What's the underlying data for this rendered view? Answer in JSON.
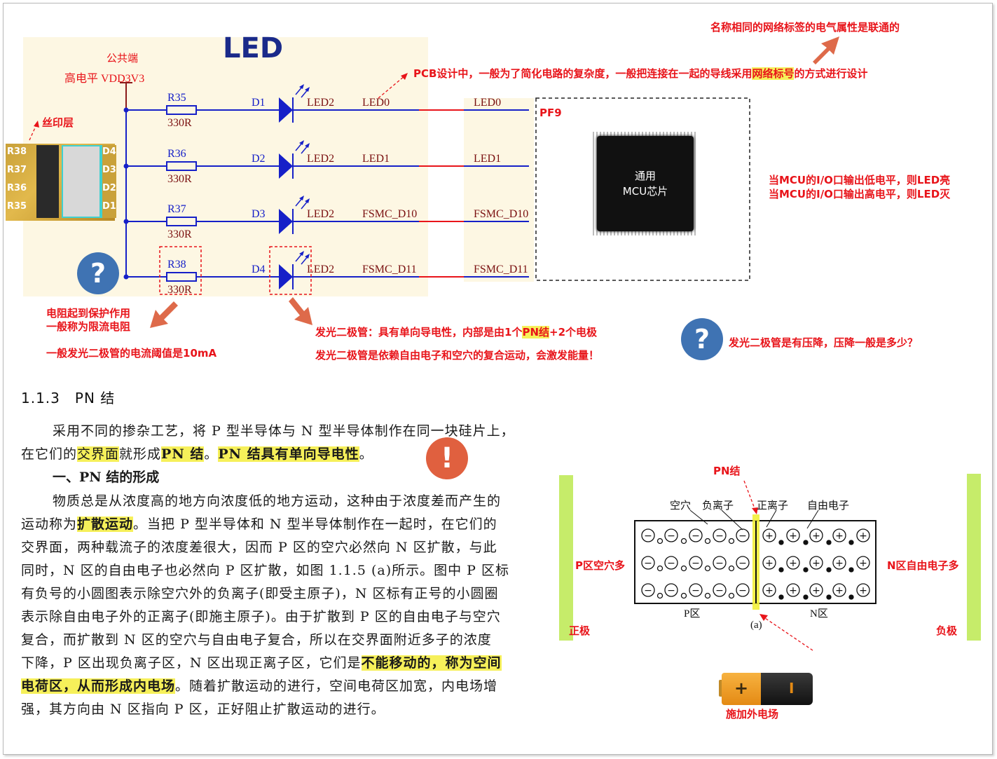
{
  "circuit": {
    "title": "LED",
    "common_label": "公共端",
    "vdd_label": "高电平 VDD3V3",
    "silk_label": "丝印层",
    "resistors": [
      {
        "name": "R35",
        "value": "330R"
      },
      {
        "name": "R36",
        "value": "330R"
      },
      {
        "name": "R37",
        "value": "330R"
      },
      {
        "name": "R38",
        "value": "330R"
      }
    ],
    "diodes": [
      {
        "name": "D1",
        "part": "LED2",
        "net": "LED0",
        "net_right": "LED0"
      },
      {
        "name": "D2",
        "part": "LED2",
        "net": "LED1",
        "net_right": "LED1"
      },
      {
        "name": "D3",
        "part": "LED2",
        "net": "FSMC_D10",
        "net_right": "FSMC_D10"
      },
      {
        "name": "D4",
        "part": "LED2",
        "net": "FSMC_D11",
        "net_right": "FSMC_D11"
      }
    ],
    "pf9_label": "PF9",
    "mcu_line1": "通用",
    "mcu_line2": "MCU芯片",
    "silk_r": [
      "R38",
      "R37",
      "R36",
      "R35"
    ],
    "silk_d": [
      "D4",
      "D3",
      "D2",
      "D1"
    ]
  },
  "annotations": {
    "net_label_note": "名称相同的网络标签的电气属性是联通的",
    "pcb_note_pre": "PCB设计中，一般为了简化电路的复杂度，一般把连接在一起的导线采用",
    "pcb_note_hl": "网络标号",
    "pcb_note_post": "的方式进行设计",
    "mcu_low": "当MCU的I/O口输出低电平，则LED亮",
    "mcu_high": "当MCU的I/O口输出高电平，则LED灭",
    "resistor_note1": "电阻起到保护作用",
    "resistor_note2": "一般称为限流电阻",
    "current_note": "一般发光二极管的电流阈值是10mA",
    "led_note1_pre": "发光二极管：具有单向导电性，内部是由1个",
    "led_note1_hl": "PN结",
    "led_note1_post": "+2个电极",
    "led_note2": "发光二极管是依赖自由电子和空穴的复合运动，会激发能量！",
    "voltage_q": "发光二极管是有压降，压降一般是多少？",
    "q_mark": "?",
    "excl_mark": "!"
  },
  "section": {
    "heading": "1.1.3　PN 结",
    "p1_a": "采用不同的掺杂工艺，将 P 型半导体与 N 型半导体制作在同一块硅片上，",
    "p1_b_pre": "在它们的",
    "p1_b_hl1": "交界面",
    "p1_b_mid": "就形成",
    "p1_b_hl2": "PN 结",
    "p1_b_dot": "。",
    "p1_b_hl3": "PN 结具有单向导电性",
    "p1_b_end": "。",
    "sub": "一、PN 结的形成",
    "lines": [
      "物质总是从浓度高的地方向浓度低的地方运动，这种由于浓度差而产生的",
      "交界面，两种载流子的浓度差很大，因而 P 区的空穴必然向 N 区扩散，与此",
      "同时，N 区的自由电子也必然向 P 区扩散，如图 1.1.5 (a)所示。图中 P 区标",
      "有负号的小圆图表示除空穴外的负离子(即受主原子)，N 区标有正号的小圆圈",
      "表示除自由电子外的正离子(即施主原子)。由于扩散到 P 区的自由电子与空穴",
      "复合，而扩散到 N 区的空穴与自由电子复合，所以在交界面附近多子的浓度",
      "强，其方向由 N 区指向 P 区，正好阻止扩散运动的进行。"
    ],
    "line2_pre": "运动称为",
    "line2_hl": "扩散运动",
    "line2_post": "。当把 P 型半导体和 N 型半导体制作在一起时，在它们的",
    "line8_a": "下降，P 区出现负离子区，N 区出现正离子区，它们是",
    "line8_b": "不能移动的，称为空间",
    "line9_a": "电荷区，从而形成内电场",
    "line9_b": "。随着扩散运动的进行，空间电荷区加宽，内电场增"
  },
  "pn_diagram": {
    "pn_label": "PN结",
    "hole": "空穴",
    "neg_ion": "负离子",
    "pos_ion": "正离子",
    "free_e": "自由电子",
    "p_region": "P区",
    "n_region": "N区",
    "fig_a": "(a)",
    "p_more": "P区空穴多",
    "n_more": "N区自由电子多",
    "anode": "正极",
    "cathode": "负极",
    "battery_plus": "+",
    "battery_minus": "I",
    "external": "施加外电场"
  }
}
